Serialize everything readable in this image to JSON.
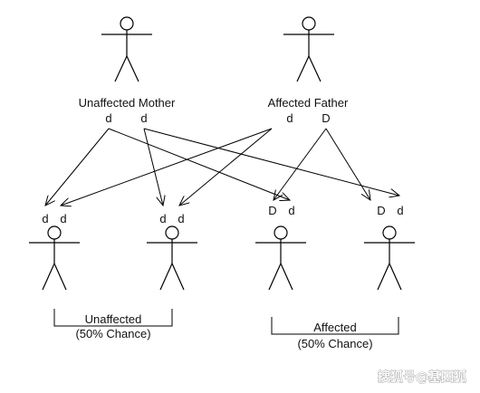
{
  "parents": {
    "mother": {
      "label": "Unaffected Mother",
      "alleles": [
        "d",
        "d"
      ]
    },
    "father": {
      "label": "Affected Father",
      "alleles": [
        "d",
        "D"
      ]
    }
  },
  "children": [
    {
      "alleles": [
        "d",
        "d"
      ]
    },
    {
      "alleles": [
        "d",
        "d"
      ]
    },
    {
      "alleles": [
        "D",
        "d"
      ]
    },
    {
      "alleles": [
        "D",
        "d"
      ]
    }
  ],
  "groups": {
    "unaffected": {
      "label": "Unaffected",
      "chance": "(50% Chance)"
    },
    "affected": {
      "label": "Affected",
      "chance": "(50% Chance)"
    }
  },
  "watermark": "搜狐号@基因狐"
}
